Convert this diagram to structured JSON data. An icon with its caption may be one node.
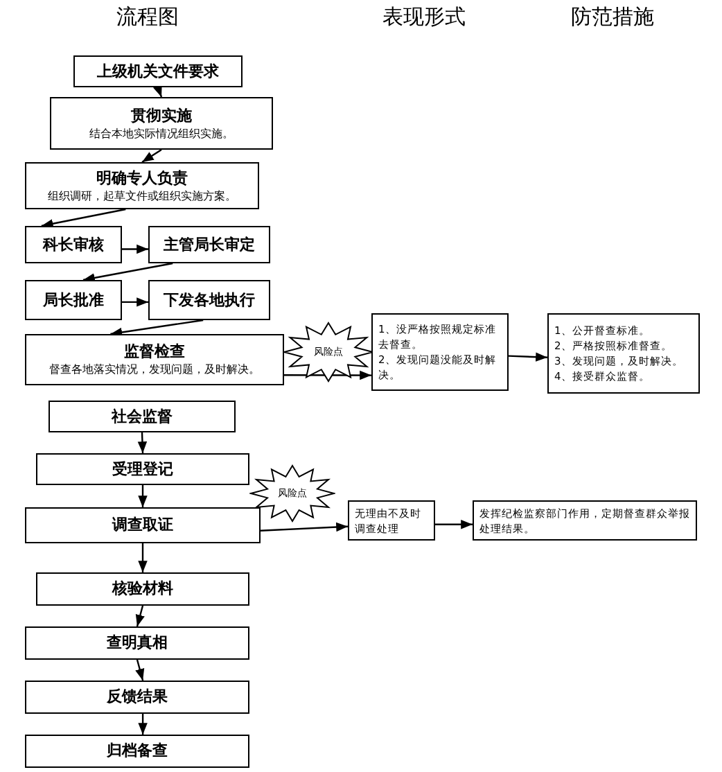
{
  "diagram": {
    "nodes": [
      {
        "text": [
          "上级机关文件要求"
        ]
      },
      {
        "text": [
          "贯彻实施",
          "结合本地实际情况组织实施。"
        ]
      },
      {
        "text": [
          "明确专人负责",
          "组织调研，起草文件或组织实施方案。"
        ]
      },
      {
        "text": [
          "科长审核"
        ]
      },
      {
        "text": [
          "主管局长审定"
        ]
      },
      {
        "text": [
          "局长批准"
        ]
      },
      {
        "text": [
          "下发各地执行"
        ]
      },
      {
        "text": [
          "监督检查",
          "督查各地落实情况，发现问题，及时解决。"
        ]
      },
      {
        "text": [
          "风险点"
        ]
      },
      {
        "text": [
          "1、没严格按照规定标准去督查。",
          "2、发现问题没能及时解决。"
        ]
      },
      {
        "text": [
          "1、公开督查标准。",
          "2、严格按照标准督查。",
          "3、发现问题，及时解决。",
          "4、接受群众监督。"
        ]
      },
      {
        "text": [
          "社会监督"
        ]
      },
      {
        "text": [
          "受理登记"
        ]
      },
      {
        "text": [
          "风险点"
        ]
      },
      {
        "text": [
          "调查取证"
        ]
      },
      {
        "text": [
          "无理由不及时调查处理"
        ]
      },
      {
        "text": [
          "发挥纪检监察部门作用，定期督查群众举报处理结果。"
        ]
      },
      {
        "text": [
          "核验材料"
        ]
      },
      {
        "text": [
          "查明真相"
        ]
      },
      {
        "text": [
          "反馈结果"
        ]
      },
      {
        "text": [
          "归档备查"
        ]
      }
    ],
    "edges": [
      {
        "from": 0,
        "to": 1,
        "arrow": "to"
      },
      {
        "from": 1,
        "to": 2,
        "arrow": "to"
      },
      {
        "from": 2,
        "to": 3,
        "arrow": "to"
      },
      {
        "from": 3,
        "to": 4,
        "arrow": "to"
      },
      {
        "from": 4,
        "to": 5,
        "arrow": "to"
      },
      {
        "from": 5,
        "to": 6,
        "arrow": "to"
      },
      {
        "from": 6,
        "to": 7,
        "arrow": "to"
      },
      {
        "from": 7,
        "to": 9,
        "arrow": "to"
      },
      {
        "from": 9,
        "to": 10,
        "arrow": "to"
      },
      {
        "from": 11,
        "to": 12,
        "arrow": "to"
      },
      {
        "from": 12,
        "to": 14,
        "arrow": "to"
      },
      {
        "from": 14,
        "to": 15,
        "arrow": "to"
      },
      {
        "from": 15,
        "to": 16,
        "arrow": "to"
      },
      {
        "from": 14,
        "to": 17,
        "arrow": "to"
      },
      {
        "from": 17,
        "to": 18,
        "arrow": "to"
      },
      {
        "from": 18,
        "to": 19,
        "arrow": "to"
      },
      {
        "from": 19,
        "to": 20,
        "arrow": "to"
      }
    ],
    "labels": [
      "流程图",
      "表现形式",
      "防范措施"
    ]
  }
}
